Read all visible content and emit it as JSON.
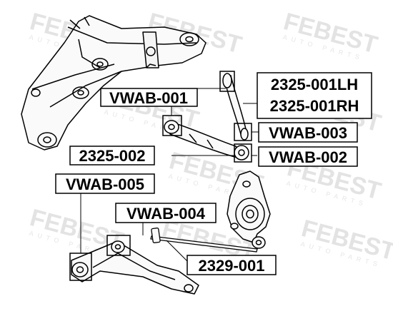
{
  "watermark": {
    "brand": "FEBEST",
    "sub": "AUTO PARTS"
  },
  "labels": {
    "vwab001": "VWAB-001",
    "lh": "2325-001LH",
    "rh": "2325-001RH",
    "vwab003": "VWAB-003",
    "p2325_002": "2325-002",
    "vwab002": "VWAB-002",
    "vwab005": "VWAB-005",
    "vwab004": "VWAB-004",
    "p2329_001": "2329-001"
  }
}
